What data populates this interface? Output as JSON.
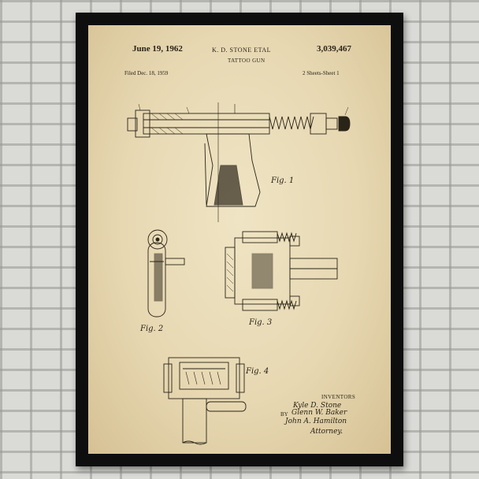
{
  "patent": {
    "date": "June 19, 1962",
    "inventor_header": "K. D. STONE ETAL",
    "number": "3,039,467",
    "title": "TATTOO GUN",
    "filed": "Filed Dec. 18, 1959",
    "sheets": "2 Sheets-Sheet 1"
  },
  "figures": {
    "fig1": "Fig. 1",
    "fig2": "Fig. 2",
    "fig3": "Fig. 3",
    "fig4": "Fig. 4"
  },
  "signature": {
    "inventors_label": "INVENTORS",
    "name1": "Kyle D. Stone",
    "name2": "Glenn W. Baker",
    "by": "BY",
    "attorney_name": "John A. Hamilton",
    "attorney_label": "Attorney."
  },
  "colors": {
    "frame": "#0e0e0e",
    "paper": "#e7d8b2",
    "ink": "#2a2418",
    "wall": "#dadad7"
  }
}
